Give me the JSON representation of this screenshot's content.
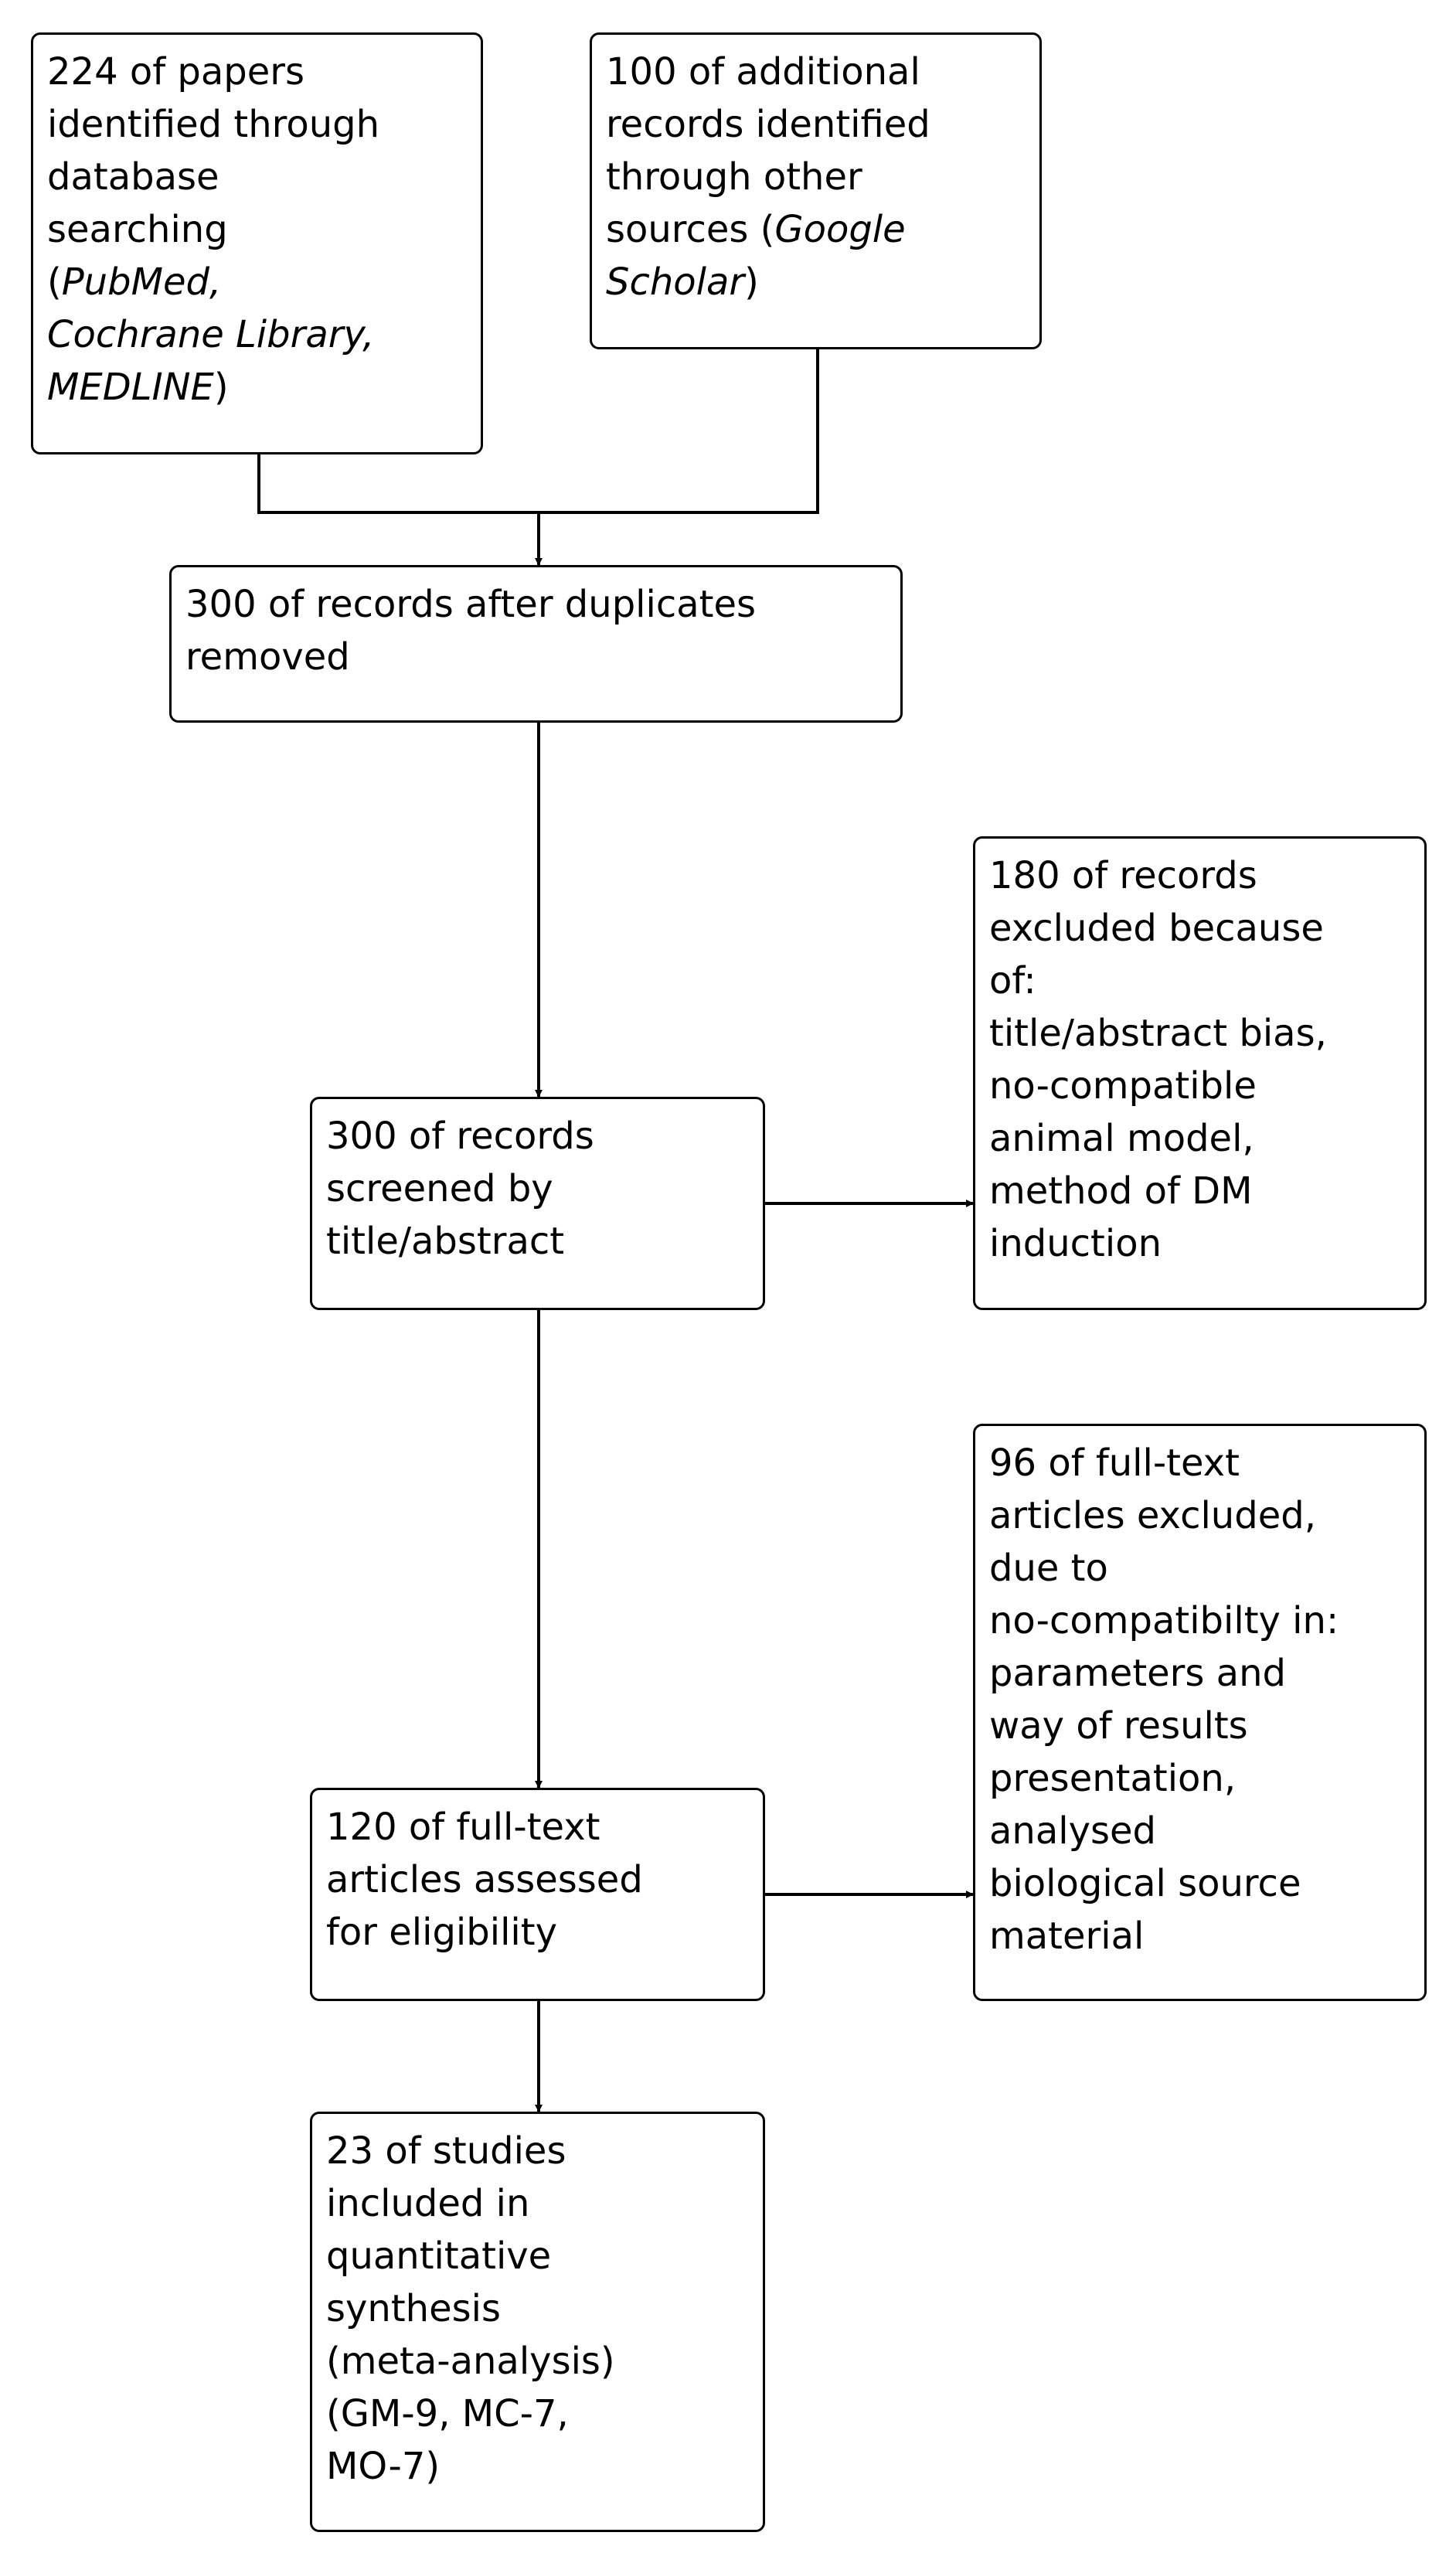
{
  "boxes": {
    "database_search": {
      "lines": [
        "224 of papers",
        "identified through",
        "database",
        "searching"
      ],
      "pubmed": "PubMed,",
      "cochrane": "Cochrane Library,",
      "medline": "MEDLINE"
    },
    "other_sources": {
      "lines": [
        "100 of additional",
        "records identified",
        "through other"
      ],
      "sources_prefix": "sources (",
      "google": "Google",
      "scholar": "Scholar"
    },
    "after_duplicates": {
      "lines": [
        "300 of records after duplicates",
        "removed"
      ]
    },
    "screened": {
      "lines": [
        "300 of records",
        "screened by",
        "title/abstract"
      ]
    },
    "excluded_screening": {
      "lines": [
        "180 of records",
        "excluded because",
        "of:",
        "title/abstract bias,",
        "no-compatible",
        "animal model,",
        "method of DM",
        "induction"
      ]
    },
    "full_text": {
      "lines": [
        "120 of full-text",
        "articles assessed",
        "for eligibility"
      ]
    },
    "excluded_full_text": {
      "lines": [
        "96 of full-text",
        "articles excluded,",
        "due to",
        "no-compatibilty in:",
        "parameters and",
        "way of results",
        "presentation,",
        "analysed",
        "biological source",
        "material"
      ]
    },
    "included": {
      "lines": [
        "23 of studies",
        "included in",
        "quantitative",
        "synthesis",
        "(meta-analysis)",
        "(GM-9, MC-7,",
        "MO-7)"
      ]
    }
  }
}
